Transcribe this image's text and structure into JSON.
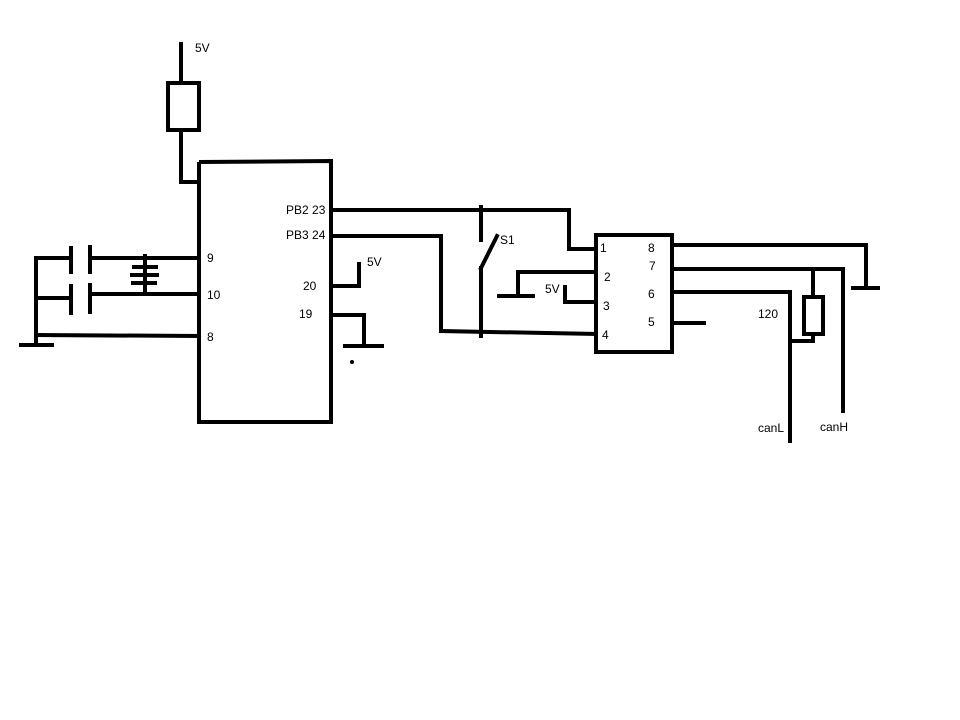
{
  "colors": {
    "ink": "#000000",
    "paper": "#ffffff"
  },
  "mcu": {
    "supply": "5V",
    "pins": {
      "p9": "9",
      "p10": "10",
      "p8": "8",
      "p23": "PB2  23",
      "p24": "PB3 24",
      "p20": "20",
      "p19": "19"
    },
    "pin20_supply": "5V"
  },
  "switch": {
    "label": "S1"
  },
  "transceiver": {
    "pins": {
      "p1": "1",
      "p2": "2",
      "p3": "3",
      "p4": "4",
      "p5": "5",
      "p6": "6",
      "p7": "7",
      "p8": "8"
    },
    "pin3_supply": "5V"
  },
  "termination": {
    "label": "120"
  },
  "bus": {
    "canL": "canL",
    "canH": "canH"
  }
}
